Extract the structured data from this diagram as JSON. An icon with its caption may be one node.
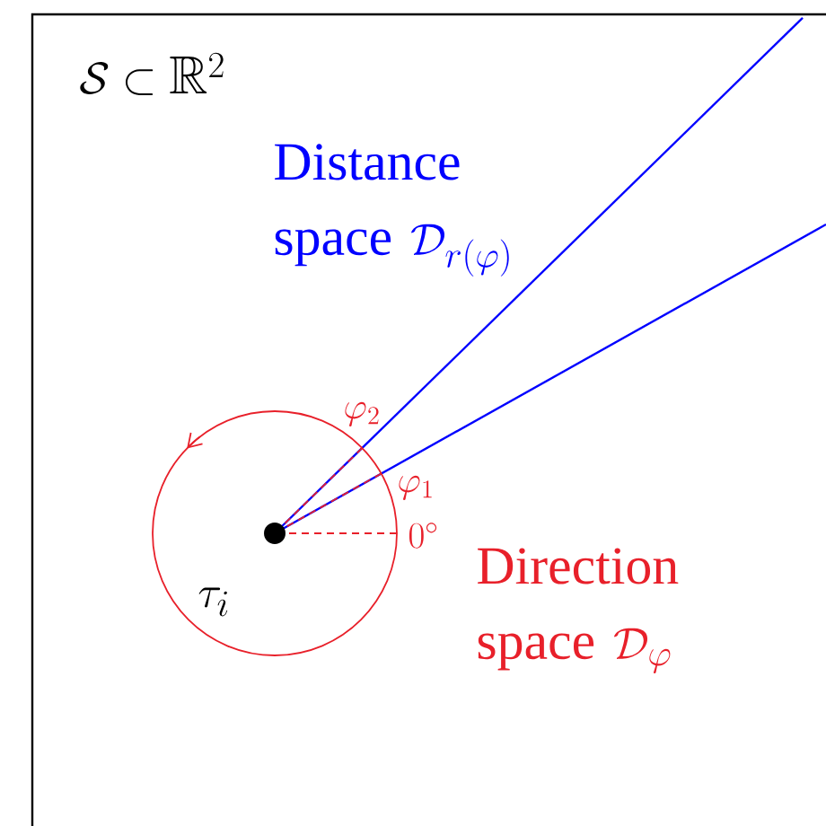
{
  "diagram": {
    "labels": [
      "\\mathcal{S} \\subset \\mathbb{R}^2",
      "Distance space",
      "\\mathcal{D}_{r(\\varphi)}",
      "\\varphi_2",
      "\\varphi_1",
      "0^\\circ",
      "\\tau_i",
      "Direction space",
      "\\mathcal{D}_\\varphi"
    ]
  }
}
